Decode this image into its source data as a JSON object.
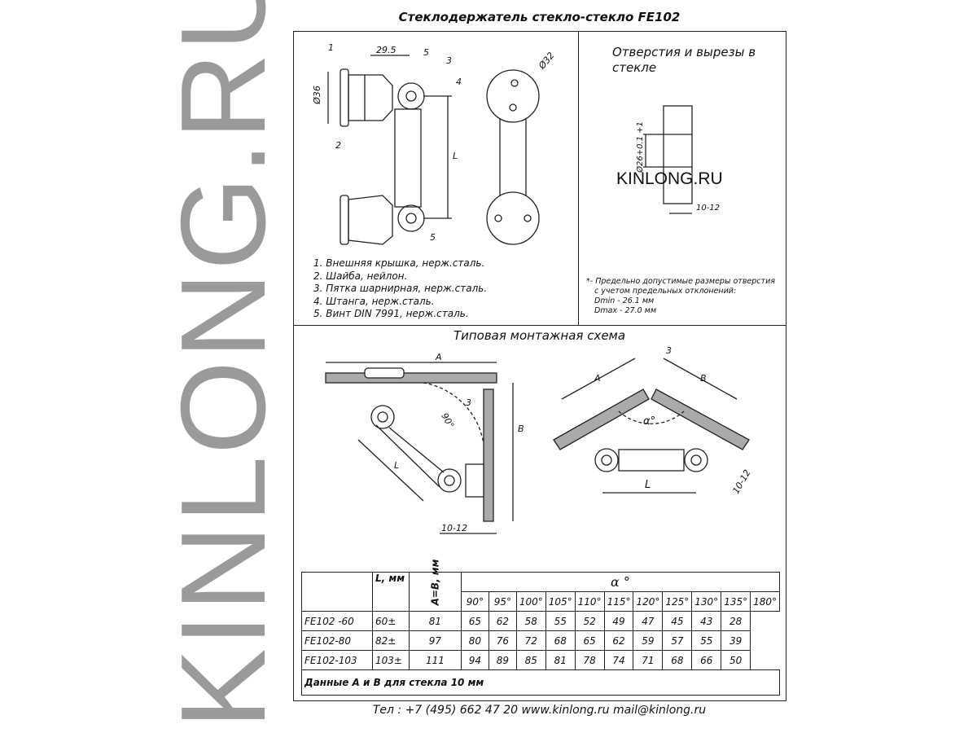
{
  "watermark": "KINLONG.RU",
  "title": "Стеклодержатель стекло-стекло FE102",
  "drawing": {
    "dims": {
      "d36": "Ø36",
      "w29": "29.5",
      "d32": "Ø32",
      "L": "L",
      "n1": "1",
      "n2": "2",
      "n3": "3",
      "n4": "4",
      "n5": "5",
      "n5b": "5"
    }
  },
  "holes": {
    "title": "Отверстия и вырезы в стекле",
    "dim_d": "Ø26+0.1 +1",
    "dim_t": "10-12",
    "logo": "KINLONG.RU"
  },
  "parts": [
    "1.  Внешняя крышка, нерж.сталь.",
    "2.  Шайба, нейлон.",
    "3.  Пятка шарнирная, нерж.сталь.",
    "4.  Штанга, нерж.сталь.",
    "5.  Винт DIN 7991, нерж.сталь."
  ],
  "note": [
    "*- Предельно допустимые размеры отверстия",
    "с учетом предельных отклонений:",
    "Dmin - 26.1 мм",
    "Dmax - 27.0 мм"
  ],
  "scheme": {
    "title": "Типовая монтажная схема",
    "A": "A",
    "B": "B",
    "L": "L",
    "angle": "90°",
    "three": "3",
    "t": "10-12",
    "alpha": "α°",
    "A2": "A",
    "B2": "B",
    "L2": "L",
    "three2": "3",
    "t2": "10-12"
  },
  "table": {
    "l_header": "L, мм",
    "ab_header": "A=B, мм",
    "alpha_header": "α °",
    "angles": [
      "90°",
      "95°",
      "100°",
      "105°",
      "110°",
      "115°",
      "120°",
      "125°",
      "130°",
      "135°",
      "180°"
    ],
    "rows": [
      {
        "name": "FE102 -60",
        "L": "60±",
        "values": [
          "81",
          "65",
          "62",
          "58",
          "55",
          "52",
          "49",
          "47",
          "45",
          "43",
          "28"
        ]
      },
      {
        "name": "FE102-80",
        "L": "82±",
        "values": [
          "97",
          "80",
          "76",
          "72",
          "68",
          "65",
          "62",
          "59",
          "57",
          "55",
          "39"
        ]
      },
      {
        "name": "FE102-103",
        "L": "103±",
        "values": [
          "111",
          "94",
          "89",
          "85",
          "81",
          "78",
          "74",
          "71",
          "68",
          "66",
          "50"
        ]
      }
    ],
    "footnote": "Данные А и В для стекла 10 мм"
  },
  "footer": "Тел : +7 (495) 662 47 20 www.kinlong.ru mail@kinlong.ru"
}
